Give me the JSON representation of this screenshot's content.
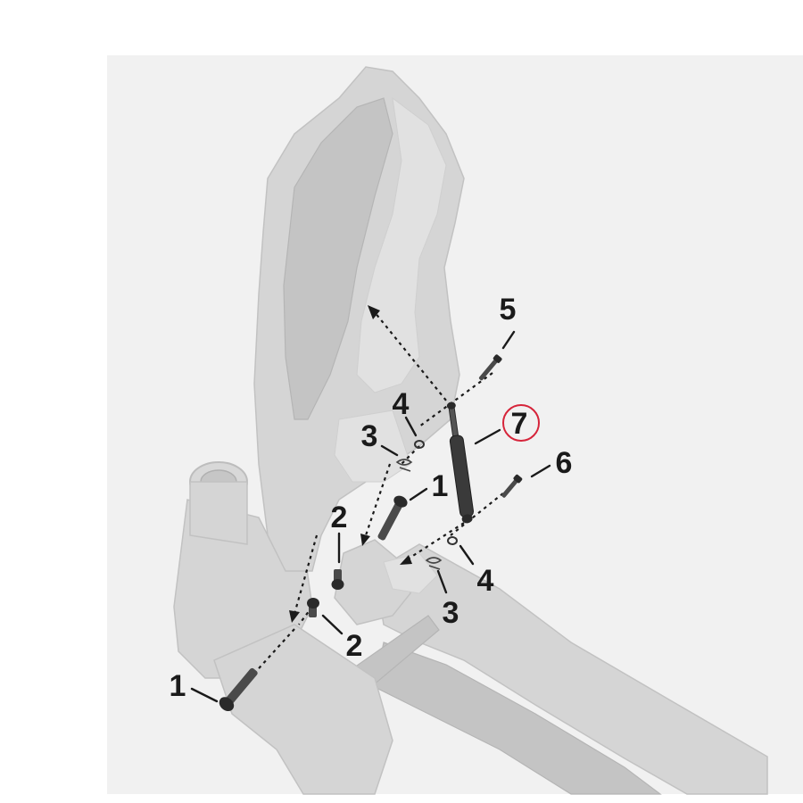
{
  "callouts": {
    "c1_left": "1",
    "c1_mid": "1",
    "c2_upper": "2",
    "c2_lower": "2",
    "c3_upper": "3",
    "c3_lower": "3",
    "c4_upper": "4",
    "c4_lower": "4",
    "c5": "5",
    "c6": "6",
    "c7": "7"
  },
  "highlight": {
    "callout": "7",
    "color": "#d6243a"
  },
  "colors": {
    "frame": "#d5d5d5",
    "parts": "#3a3a3a",
    "lines": "#1a1a1a"
  }
}
